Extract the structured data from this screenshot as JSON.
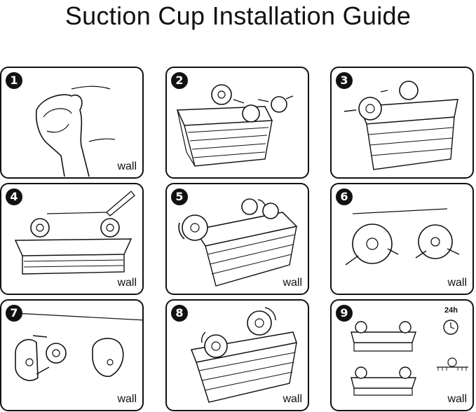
{
  "title": "Suction Cup Installation Guide",
  "steps": [
    {
      "number": "1",
      "label": "wall"
    },
    {
      "number": "2",
      "label": ""
    },
    {
      "number": "3",
      "label": ""
    },
    {
      "number": "4",
      "label": "wall"
    },
    {
      "number": "5",
      "label": "wall"
    },
    {
      "number": "6",
      "label": "wall"
    },
    {
      "number": "7",
      "label": "wall"
    },
    {
      "number": "8",
      "label": "wall"
    },
    {
      "number": "9",
      "label": "wall",
      "time": "24h"
    }
  ],
  "icons": [
    "hand-wiping-icon",
    "suction-cup-icon",
    "basket-icon",
    "pencil-icon",
    "arrow-icon",
    "clock-icon"
  ]
}
